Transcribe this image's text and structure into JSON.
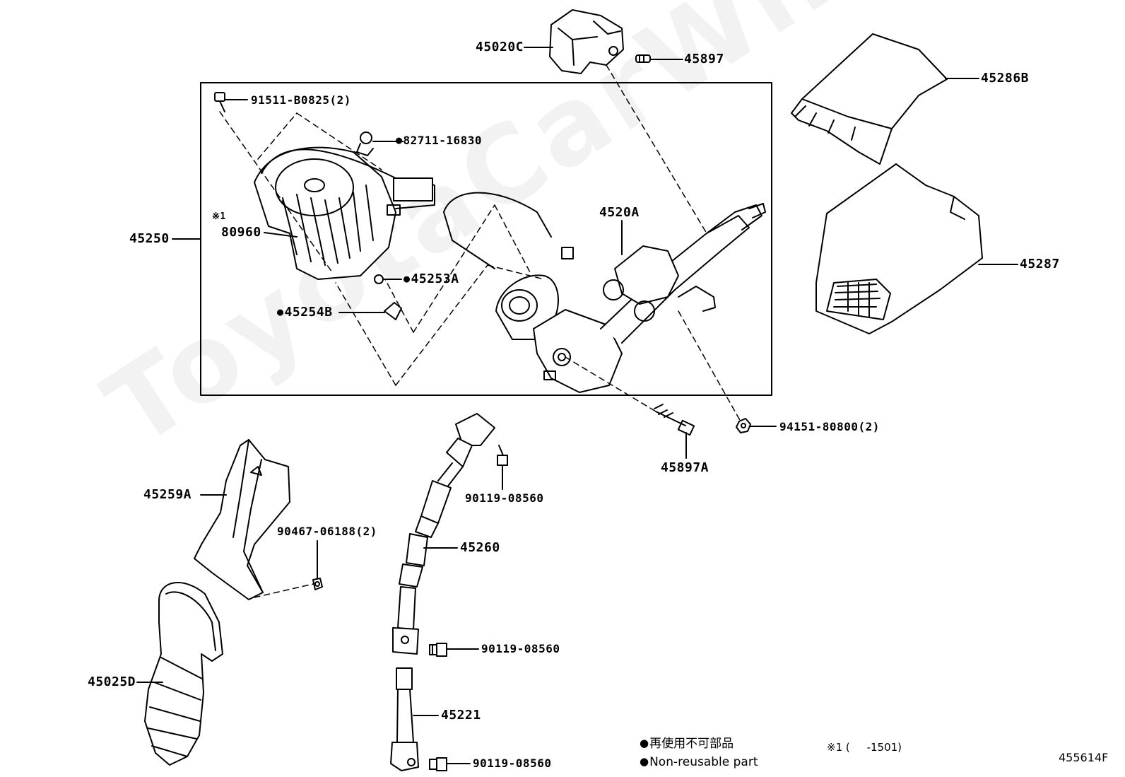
{
  "watermark": "ToyotaCarWiring.ru",
  "labels": {
    "p45020C": "45020C",
    "p45897": "45897",
    "p45286B": "45286B",
    "p91511": "91511-B0825(2)",
    "p82711": "82711-16830",
    "p45250": "45250",
    "note1": "※1",
    "p80960": "80960",
    "p4520A": "4520A",
    "p45253A": "45253A",
    "p45254B": "45254B",
    "p45287": "45287",
    "p94151": "94151-80800(2)",
    "p45897A": "45897A",
    "p90119a": "90119-08560",
    "p45259A": "45259A",
    "p90467": "90467-06188(2)",
    "p45260": "45260",
    "p90119b": "90119-08560",
    "p45025D": "45025D",
    "p45221": "45221",
    "p90119c": "90119-08560"
  },
  "legend": {
    "line1": "再使用不可部品",
    "line2": "Non-reusable part",
    "note": "※1 (     -1501)",
    "code": "455614F"
  }
}
